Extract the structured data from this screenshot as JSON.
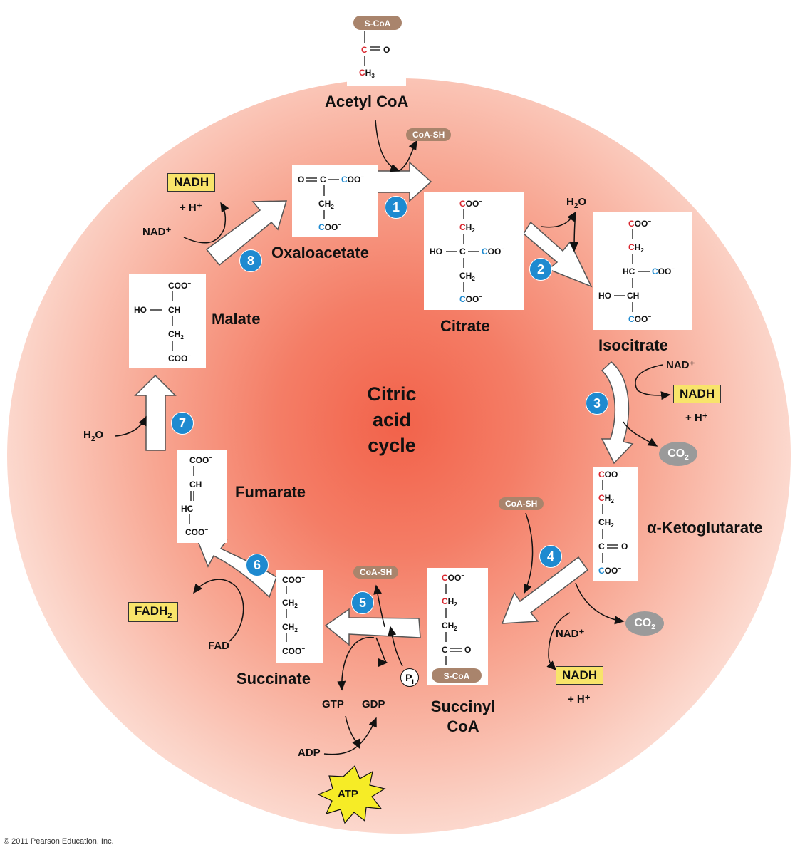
{
  "center": [
    "Citric",
    "acid",
    "cycle"
  ],
  "molecules": {
    "acetyl_coa": "Acetyl CoA",
    "citrate": "Citrate",
    "isocitrate": "Isocitrate",
    "alpha_ketoglutarate": "α-Ketoglutarate",
    "succinyl_coa": "Succinyl CoA",
    "succinate": "Succinate",
    "fumarate": "Fumarate",
    "malate": "Malate",
    "oxaloacetate": "Oxaloacetate"
  },
  "steps": [
    "1",
    "2",
    "3",
    "4",
    "5",
    "6",
    "7",
    "8"
  ],
  "cofactors": {
    "nadh": "NADH",
    "h_plus": "+ H⁺",
    "nad_plus": "NAD⁺",
    "fadh2_main": "FADH",
    "fadh2_sub": "2",
    "fad": "FAD",
    "h2o": "H",
    "h2o_sub": "2",
    "h2o_o": "O",
    "co2": "CO",
    "co2_sub": "2",
    "coash": "CoA-SH",
    "scoa": "S-CoA",
    "gtp": "GTP",
    "gdp": "GDP",
    "adp": "ADP",
    "atp": "ATP",
    "pi": "P",
    "pi_sub": "i"
  },
  "copyright": "© 2011 Pearson Education, Inc.",
  "colors": {
    "step_badge": "#1e8ad0",
    "highlight_box": "#f8e46a",
    "coa_pill": "#a9846c",
    "co2_ellipse": "#9a9a9a",
    "atp_star": "#f6ec26",
    "carbon_red": "#d8262e",
    "carbon_blue": "#1e8ad0"
  }
}
